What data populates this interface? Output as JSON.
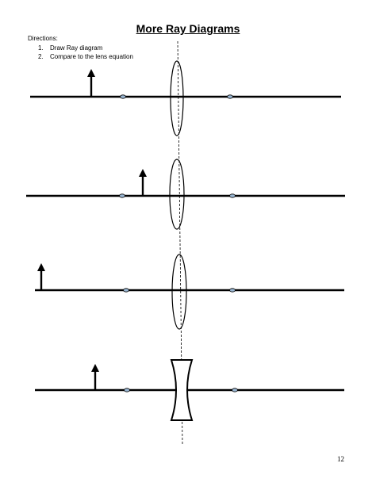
{
  "title": "More Ray Diagrams",
  "directions": {
    "heading": "Directions:",
    "items": [
      {
        "num": "1.",
        "text": "Draw Ray diagram"
      },
      {
        "num": "2.",
        "text": "Compare to the lens equation"
      }
    ]
  },
  "page_number": "12"
}
